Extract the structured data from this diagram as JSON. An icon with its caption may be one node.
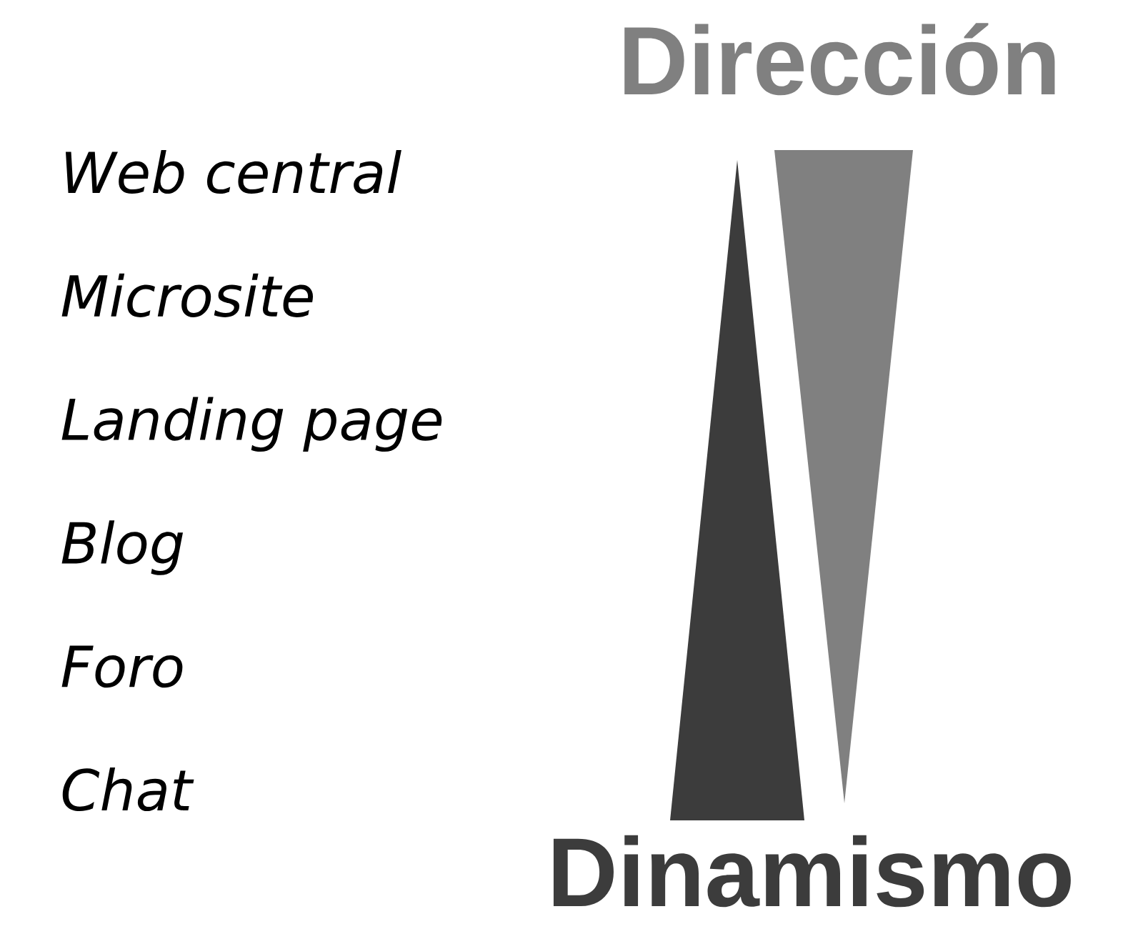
{
  "diagram": {
    "nodes": [
      {
        "text": [
          "Dirección"
        ]
      },
      {
        "text": [
          "Dinamismo"
        ]
      }
    ],
    "labels": [
      "Web central",
      "Microsite",
      "Landing page",
      "Blog",
      "Foro",
      "Chat"
    ]
  }
}
